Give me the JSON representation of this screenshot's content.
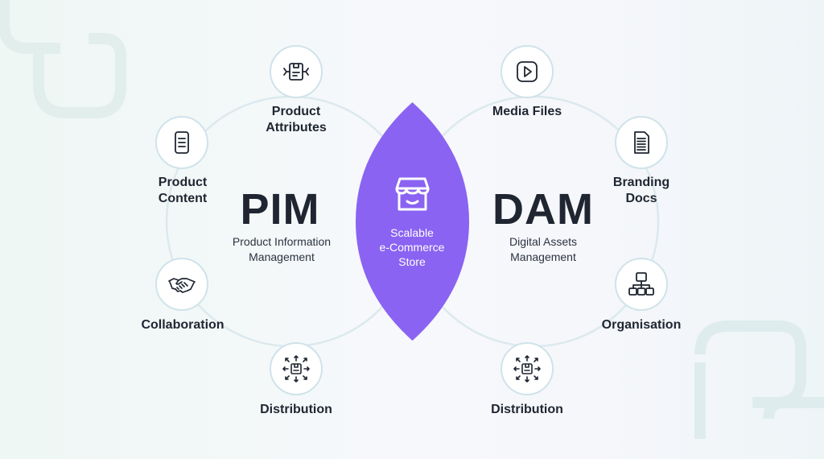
{
  "colors": {
    "accent": "#8a63f2",
    "ring": "#dce9ee",
    "node_border": "#cfe3ea",
    "text": "#1f2631"
  },
  "pim": {
    "title": "PIM",
    "subtitle_line1": "Product Information",
    "subtitle_line2": "Management",
    "nodes": {
      "product_attributes": {
        "line1": "Product",
        "line2": "Attributes",
        "icon": "box-connect-icon"
      },
      "product_content": {
        "line1": "Product",
        "line2": "Content",
        "icon": "document-icon"
      },
      "collaboration": {
        "label": "Collaboration",
        "icon": "handshake-icon"
      },
      "distribution": {
        "label": "Distribution",
        "icon": "box-distribute-icon"
      }
    }
  },
  "dam": {
    "title": "DAM",
    "subtitle_line1": "Digital Assets",
    "subtitle_line2": "Management",
    "nodes": {
      "media_files": {
        "label": "Media Files",
        "icon": "play-icon"
      },
      "branding_docs": {
        "line1": "Branding",
        "line2": "Docs",
        "icon": "document-lines-icon"
      },
      "organisation": {
        "label": "Organisation",
        "icon": "org-chart-icon"
      },
      "distribution": {
        "label": "Distribution",
        "icon": "box-distribute-icon"
      }
    }
  },
  "center": {
    "line1": "Scalable",
    "line2": "e-Commerce",
    "line3": "Store",
    "icon": "storefront-icon"
  }
}
